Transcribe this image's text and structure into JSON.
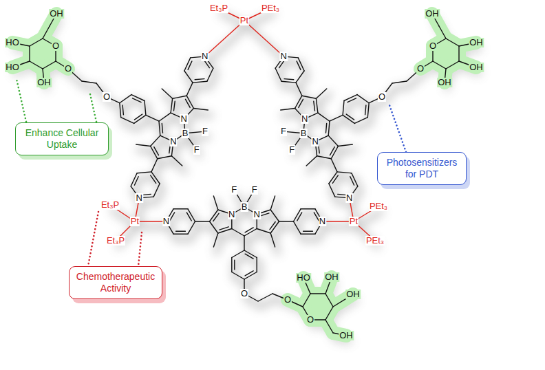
{
  "diagram": {
    "nodes": [
      {
        "text": [
          "Enhance Cellular Uptake"
        ]
      },
      {
        "text": [
          "Photosensitizers for PDT"
        ]
      },
      {
        "text": [
          "Chemotherapeutic Activity"
        ]
      }
    ],
    "labels": [
      "Et₃P",
      "Pt",
      "PEt₃",
      "OH",
      "HO",
      "O",
      "HO",
      "OH",
      "O",
      "O",
      "OH",
      "O",
      "OH",
      "OH",
      "OH",
      "O",
      "O",
      "N",
      "N",
      "B",
      "F",
      "F",
      "N",
      "N",
      "N",
      "N",
      "B",
      "F",
      "F",
      "N",
      "N",
      "Et₃P",
      "Pt",
      "Et₃P",
      "PEt₃",
      "Pt",
      "PEt₃",
      "N",
      "N",
      "B",
      "F",
      "F",
      "N",
      "N",
      "O",
      "O",
      "HO",
      "OH",
      "OH",
      "O",
      "OH"
    ]
  }
}
